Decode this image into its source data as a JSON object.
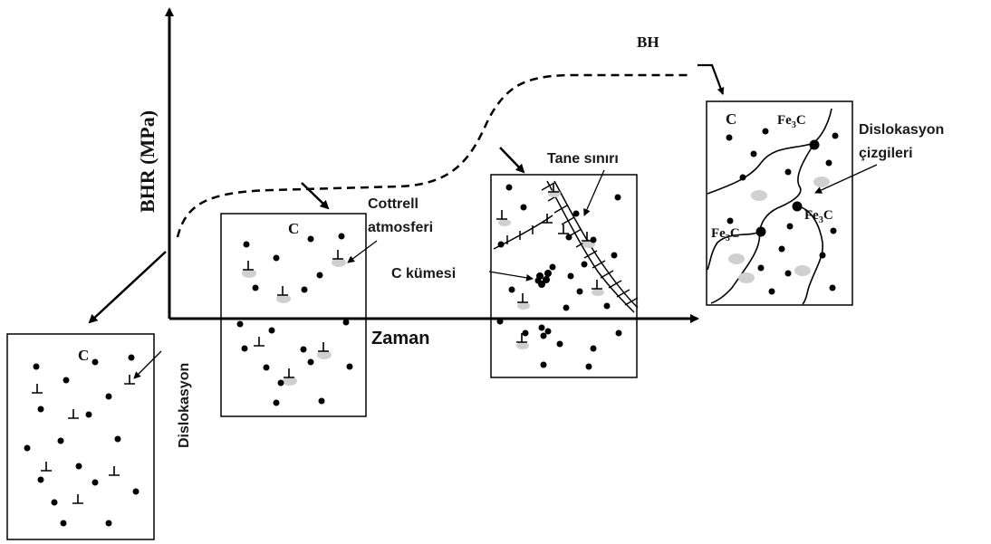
{
  "axes": {
    "y_label": "BHR (MPa)",
    "x_label": "Zaman"
  },
  "curve": {
    "label": "BH"
  },
  "labels": {
    "carbon": "C",
    "cementite_base": "Fe",
    "cementite_sub": "3",
    "cementite_tail": "C"
  },
  "annotations": {
    "dislocation": "Dislokasyon",
    "cottrell_line1": "Cottrell",
    "cottrell_line2": "atmosferi",
    "grain_boundary": "Tane sınırı",
    "c_cluster": "C kümesi",
    "disloc_lines_line1": "Dislokasyon",
    "disloc_lines_line2": "çizgileri"
  },
  "colors": {
    "ink": "#000000",
    "halo": "#d0d0d0",
    "note": "#1a1a1a"
  }
}
